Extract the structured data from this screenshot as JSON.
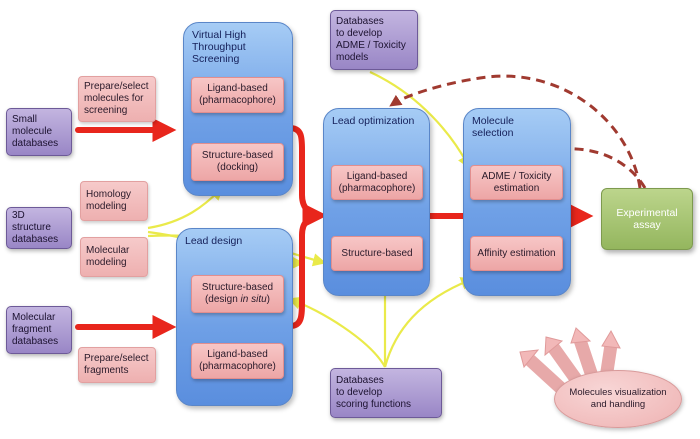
{
  "sources": {
    "small_molecule_databases": "Small\nmolecule\ndatabases",
    "structure_databases_3d": "3D structure\ndatabases",
    "molecular_fragment_databases": "Molecular\nfragment\ndatabases",
    "admet_databases": "Databases\nto develop\nADME / Toxicity\nmodels",
    "scoring_databases": "Databases\nto develop\nscoring functions"
  },
  "preparation": {
    "prepare_molecules": "Prepare/select\nmolecules for\nscreening",
    "homology_modeling": "Homology\nmodeling",
    "molecular_modeling": "Molecular\nmodeling",
    "prepare_fragments": "Prepare/select\nfragments"
  },
  "stages": {
    "vhts": {
      "title": "Virtual High\nThroughput\nScreening",
      "ligand": "Ligand-based\n(pharmacophore)",
      "structure": "Structure-based\n(docking)"
    },
    "lead_design": {
      "title": "Lead design",
      "structure_pre": "Structure-based\n(design ",
      "structure_em": "in situ",
      "structure_post": ")",
      "ligand": "Ligand-based\n(pharmacophore)"
    },
    "lead_optimization": {
      "title": "Lead optimization",
      "ligand": "Ligand-based\n(pharmacophore)",
      "structure": "Structure-based"
    },
    "molecule_selection": {
      "title": "Molecule\nselection",
      "admet": "ADME / Toxicity\nestimation",
      "affinity": "Affinity estimation"
    }
  },
  "outputs": {
    "experimental_assay": "Experimental\nassay",
    "visualization": "Molecules visualization\nand handling"
  },
  "colors": {
    "red_arrow": "#e8261c",
    "dashed_arrow": "#a03a30",
    "yellow_line": "#eaea4a",
    "pink_arrow": "#f2b8b8"
  }
}
